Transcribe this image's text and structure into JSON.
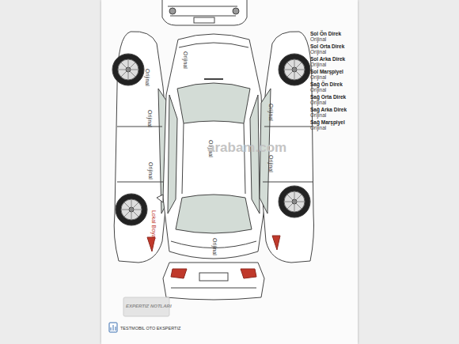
{
  "diagram": {
    "labels": [
      "Sol Ön Direk",
      "Orijinal",
      "Sol Orta Direk",
      "Orijinal",
      "Sol Arka Direk",
      "Orijinal",
      "Sol Marşpiyel",
      "Orijinal",
      "Sağ Ön Direk",
      "Orijinal",
      "Sağ Orta Direk",
      "Orijinal",
      "Sağ Arka Direk",
      "Orijinal",
      "Sağ Marşpiyel",
      "Orijinal",
      "Orijinal",
      "Orijinal",
      "Orijinal",
      "Lokal Boyalı",
      "Orijinal",
      "Orijinal",
      "Orijinal",
      "Orijinal",
      "Orijinal",
      "arabam.com",
      "EXPERTIZ NOTLARI",
      "TESTMOBIL OTO EKSPERTIZ"
    ]
  }
}
